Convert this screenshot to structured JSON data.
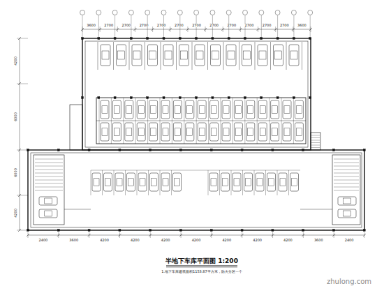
{
  "diagram": {
    "title": "半地下车库平面图 1:200",
    "caption": "1.地下车库建筑面积1153.87平方米，防火分区一个",
    "labels": [
      "3600",
      "2700",
      "2700",
      "2700",
      "2700",
      "2700",
      "2700",
      "2700",
      "2700",
      "2700",
      "2700",
      "2700",
      "3600",
      "2400",
      "3600",
      "4200",
      "4200",
      "4200",
      "4200",
      "4200",
      "4200",
      "4200",
      "3600",
      "2400",
      "4200",
      "6000",
      "6000",
      "4200",
      "zhulong.com"
    ]
  }
}
